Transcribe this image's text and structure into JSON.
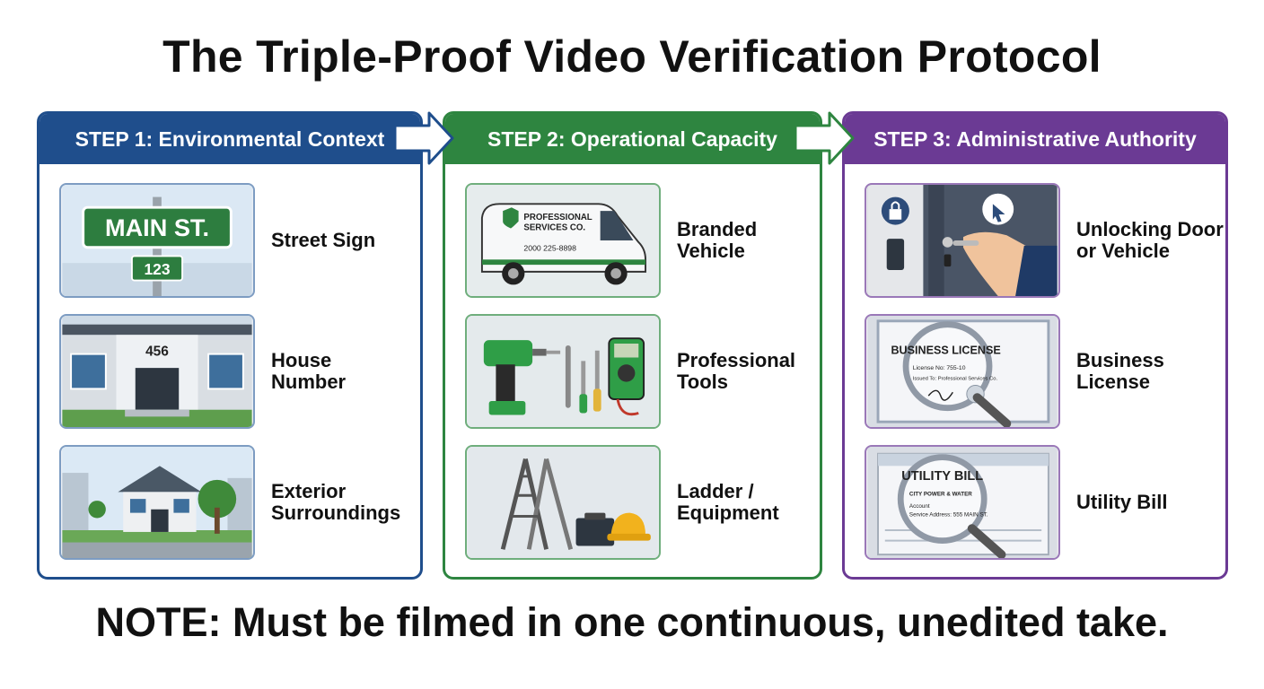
{
  "title": "The Triple-Proof Video Verification Protocol",
  "note": "NOTE: Must be filmed in one continuous, unedited take.",
  "colors": {
    "step1": "#1f4e8c",
    "step2": "#2e8540",
    "step3": "#6b3a94"
  },
  "steps": [
    {
      "header": "STEP 1: Environmental Context",
      "items": [
        {
          "label": "Street Sign",
          "icon": "street-sign",
          "sign_text": "MAIN ST.",
          "sign_number": "123"
        },
        {
          "label": "House\nNumber",
          "icon": "house-number",
          "house_number": "456"
        },
        {
          "label": "Exterior\nSurroundings",
          "icon": "house-exterior"
        }
      ]
    },
    {
      "header": "STEP 2: Operational Capacity",
      "items": [
        {
          "label": "Branded\nVehicle",
          "icon": "branded-van",
          "van_name_1": "PROFESSIONAL",
          "van_name_2": "SERVICES CO.",
          "van_phone": "2000 225-8898"
        },
        {
          "label": "Professional\nTools",
          "icon": "tools"
        },
        {
          "label": "Ladder /\nEquipment",
          "icon": "ladder-equipment"
        }
      ]
    },
    {
      "header": "STEP 3: Administrative Authority",
      "items": [
        {
          "label": "Unlocking Door\nor Vehicle",
          "icon": "unlocking-door"
        },
        {
          "label": "Business\nLicense",
          "icon": "business-license",
          "doc_title": "BUSINESS LICENSE",
          "doc_line1": "License No: 755-10",
          "doc_line2": "Issued To: Professional Services Co."
        },
        {
          "label": "Utility Bill",
          "icon": "utility-bill",
          "doc_title": "UTILITY BILL",
          "doc_line1": "CITY POWER & WATER",
          "doc_line2": "Account",
          "doc_line3": "Service Address: 555 MAIN ST."
        }
      ]
    }
  ]
}
